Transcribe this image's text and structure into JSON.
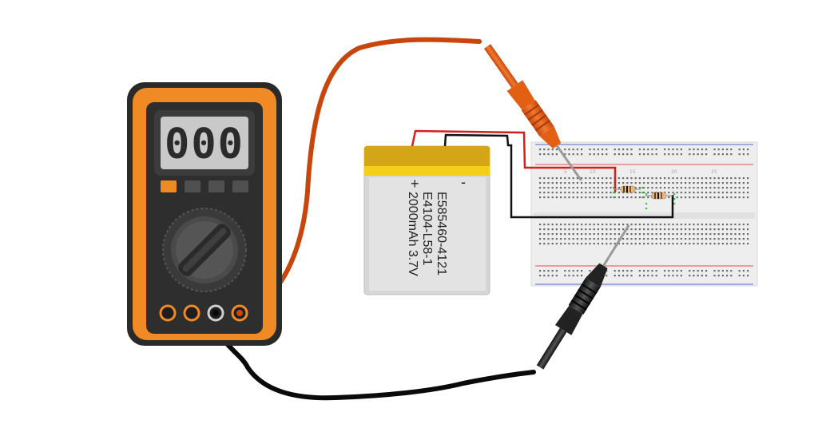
{
  "multimeter": {
    "display": "000",
    "colors": {
      "body": "#f08a24",
      "case": "#2e2e2e",
      "lcd": "#c9c9c9",
      "key_active": "#f08a24"
    }
  },
  "battery": {
    "positive_label": "+",
    "negative_label": "-",
    "lines": [
      "E585460-4121",
      "E4104-L58-1",
      "2000mAh 3.7V"
    ],
    "colors": {
      "top_band": "#f1c40f",
      "body": "#d6d6d6"
    }
  },
  "probes": {
    "red": {
      "color": "#e35f12"
    },
    "black": {
      "color": "#222222"
    }
  },
  "wires": {
    "red": "#d21f1f",
    "black": "#111111"
  },
  "breadboard": {
    "colors": {
      "board": "#eeeeee",
      "rail_red": "#e05050",
      "rail_blue": "#4a6fd0",
      "hole": "#6a6a6a",
      "highlight": "#2ecc40"
    }
  }
}
